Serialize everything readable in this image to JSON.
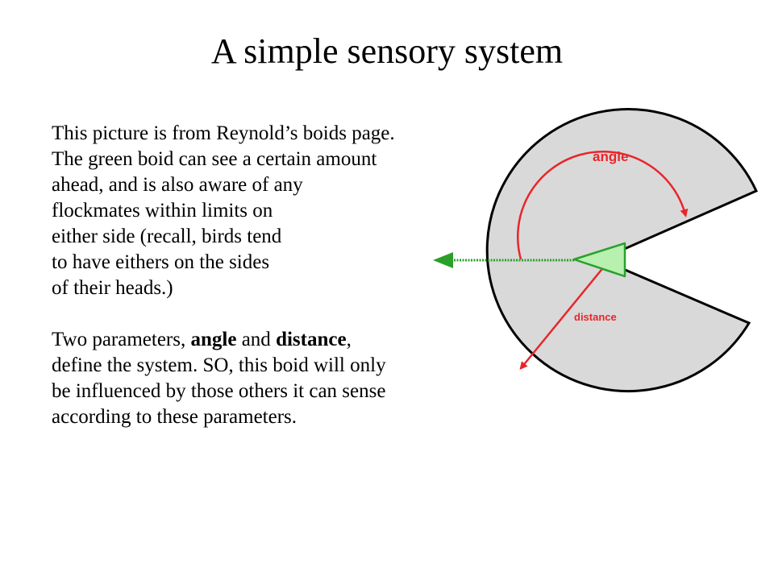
{
  "slide": {
    "title": "A simple sensory system"
  },
  "paragraph1": [
    "This picture is from Reynold’s boids page.",
    "The green boid can see a certain amount",
    "ahead, and is also aware of any",
    "flockmates within limits on",
    "either side (recall, birds tend",
    "to have eithers on the sides",
    "of their heads.)"
  ],
  "paragraph2": {
    "line1_pre": "Two parameters, ",
    "line1_term1": "angle",
    "line1_mid": " and ",
    "line1_term2": "distance",
    "line1_post": ",",
    "line2": "define the system.  SO, this boid will only",
    "line3": "be influenced by those others it can sense",
    "line4": "according to these parameters."
  },
  "diagram": {
    "angle_label": "angle",
    "distance_label": "distance",
    "colors": {
      "region_fill": "#d9d9d9",
      "outline": "#000000",
      "arrow_red": "#e8262a",
      "boid_green": "#2aa02a",
      "boid_fill": "#b8f0b0"
    }
  }
}
